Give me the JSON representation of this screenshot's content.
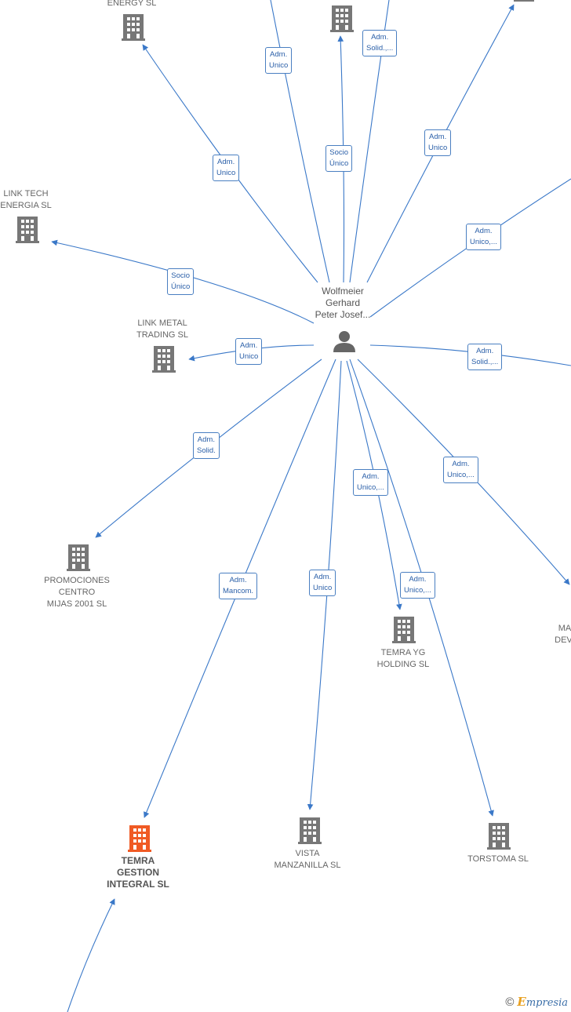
{
  "center": {
    "label": "Wolfmeier\nGerhard\nPeter Josef..."
  },
  "companies": [
    {
      "id": "energy",
      "label": "ENERGY  SL",
      "color": "#777777"
    },
    {
      "id": "top_mid",
      "label": "",
      "color": "#777777"
    },
    {
      "id": "link_tech",
      "label": "LINK TECH\nENERGIA  SL",
      "color": "#777777"
    },
    {
      "id": "link_metal",
      "label": "LINK METAL\nTRADING  SL",
      "color": "#777777"
    },
    {
      "id": "promociones",
      "label": "PROMOCIONES\nCENTRO\nMIJAS 2001 SL",
      "color": "#777777"
    },
    {
      "id": "temra_yg",
      "label": "TEMRA YG\nHOLDING  SL",
      "color": "#777777"
    },
    {
      "id": "temra_gestion",
      "label": "TEMRA\nGESTION\nINTEGRAL  SL",
      "color": "#f05a24",
      "main": true
    },
    {
      "id": "vista",
      "label": "VISTA\nMANZANILLA  SL",
      "color": "#777777"
    },
    {
      "id": "torstoma",
      "label": "TORSTOMA SL",
      "color": "#777777"
    },
    {
      "id": "ma_devi",
      "label": "MA\nDEVI",
      "color": "#777777"
    }
  ],
  "edge_labels": [
    {
      "id": "e1",
      "text": "Adm.\nUnico"
    },
    {
      "id": "e2",
      "text": "Adm.\nSolid.,..."
    },
    {
      "id": "e3",
      "text": "Adm.\nUnico"
    },
    {
      "id": "e4",
      "text": "Socio\nÚnico"
    },
    {
      "id": "e5",
      "text": "Adm.\nUnico"
    },
    {
      "id": "e6",
      "text": "Adm.\nUnico,..."
    },
    {
      "id": "e7",
      "text": "Socio\nÚnico"
    },
    {
      "id": "e8",
      "text": "Adm.\nUnico"
    },
    {
      "id": "e9",
      "text": "Adm.\nSolid.,..."
    },
    {
      "id": "e10",
      "text": "Adm.\nSolid."
    },
    {
      "id": "e11",
      "text": "Adm.\nUnico,..."
    },
    {
      "id": "e12",
      "text": "Adm.\nUnico,..."
    },
    {
      "id": "e13",
      "text": "Adm.\nMancom."
    },
    {
      "id": "e14",
      "text": "Adm.\nUnico"
    },
    {
      "id": "e15",
      "text": "Adm.\nUnico,..."
    }
  ],
  "footer": {
    "copyright": "©",
    "brand_initial": "E",
    "brand_rest": "mpresia"
  },
  "colors": {
    "edge": "#3a78c8",
    "building": "#777777",
    "main_building": "#f05a24",
    "person": "#666666"
  }
}
